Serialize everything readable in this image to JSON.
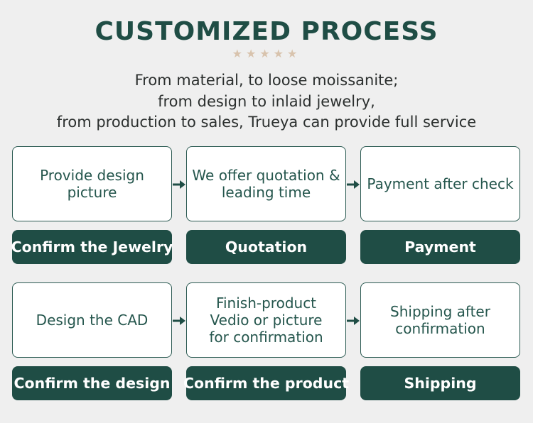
{
  "header": {
    "title": "CUSTOMIZED PROCESS",
    "stars": "★★★★★",
    "subtitle_lines": [
      "From material, to loose moissanite;",
      "from design to inlaid jewelry,",
      "from production to sales, Trueya can provide full service"
    ]
  },
  "steps": [
    {
      "box": "Provide design picture",
      "label": "Confirm the Jewelry"
    },
    {
      "box": "We offer quotation & leading time",
      "label": "Quotation"
    },
    {
      "box": "Payment after check",
      "label": "Payment"
    },
    {
      "box": "Design the CAD",
      "label": "Confirm the design"
    },
    {
      "box": "Finish-product Vedio or picture for confirmation",
      "label": "Confirm the product"
    },
    {
      "box": "Shipping after confirmation",
      "label": "Shipping"
    }
  ],
  "colors": {
    "accent": "#1f4d45",
    "border": "#2b5a52",
    "stars": "#d8c3ad",
    "background": "#efefef"
  },
  "icons": {
    "connector": "arrow-right-icon"
  }
}
